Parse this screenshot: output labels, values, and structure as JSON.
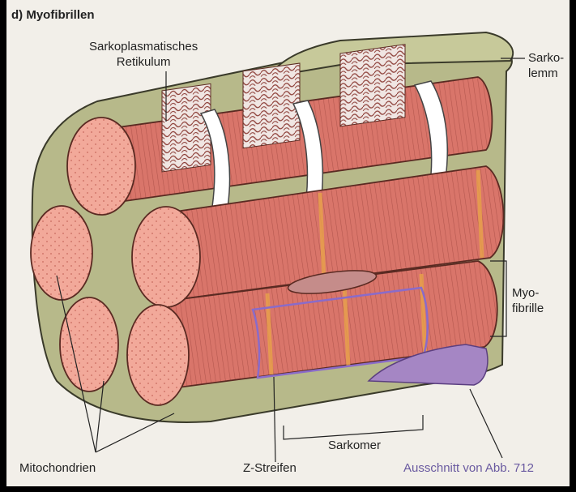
{
  "figure": {
    "title": "d) Myofibrillen",
    "labels": {
      "sarcoplasmic_reticulum": "Sarkoplasmatisches\nRetikulum",
      "sarcolemma": "Sarko-\nlemm",
      "myofibril": "Myo-\nfibrille",
      "sarcomere": "Sarkomer",
      "mitochondria": "Mitochondrien",
      "z_lines": "Z-Streifen",
      "excerpt_reference": "Ausschnitt von Abb. 712"
    }
  },
  "colors": {
    "panel_background": "#f2efe9",
    "frame": "#000000",
    "sarcolemma_fill": "#b7b98a",
    "myofibril_fill": "#d9756a",
    "myofibril_end_fill": "#f2a99a",
    "reticulum_fill": "#f0e6e3",
    "z_band": "#e8a24a",
    "highlight_box": "#8a6bc9",
    "purple_tissue": "#a586c4"
  }
}
